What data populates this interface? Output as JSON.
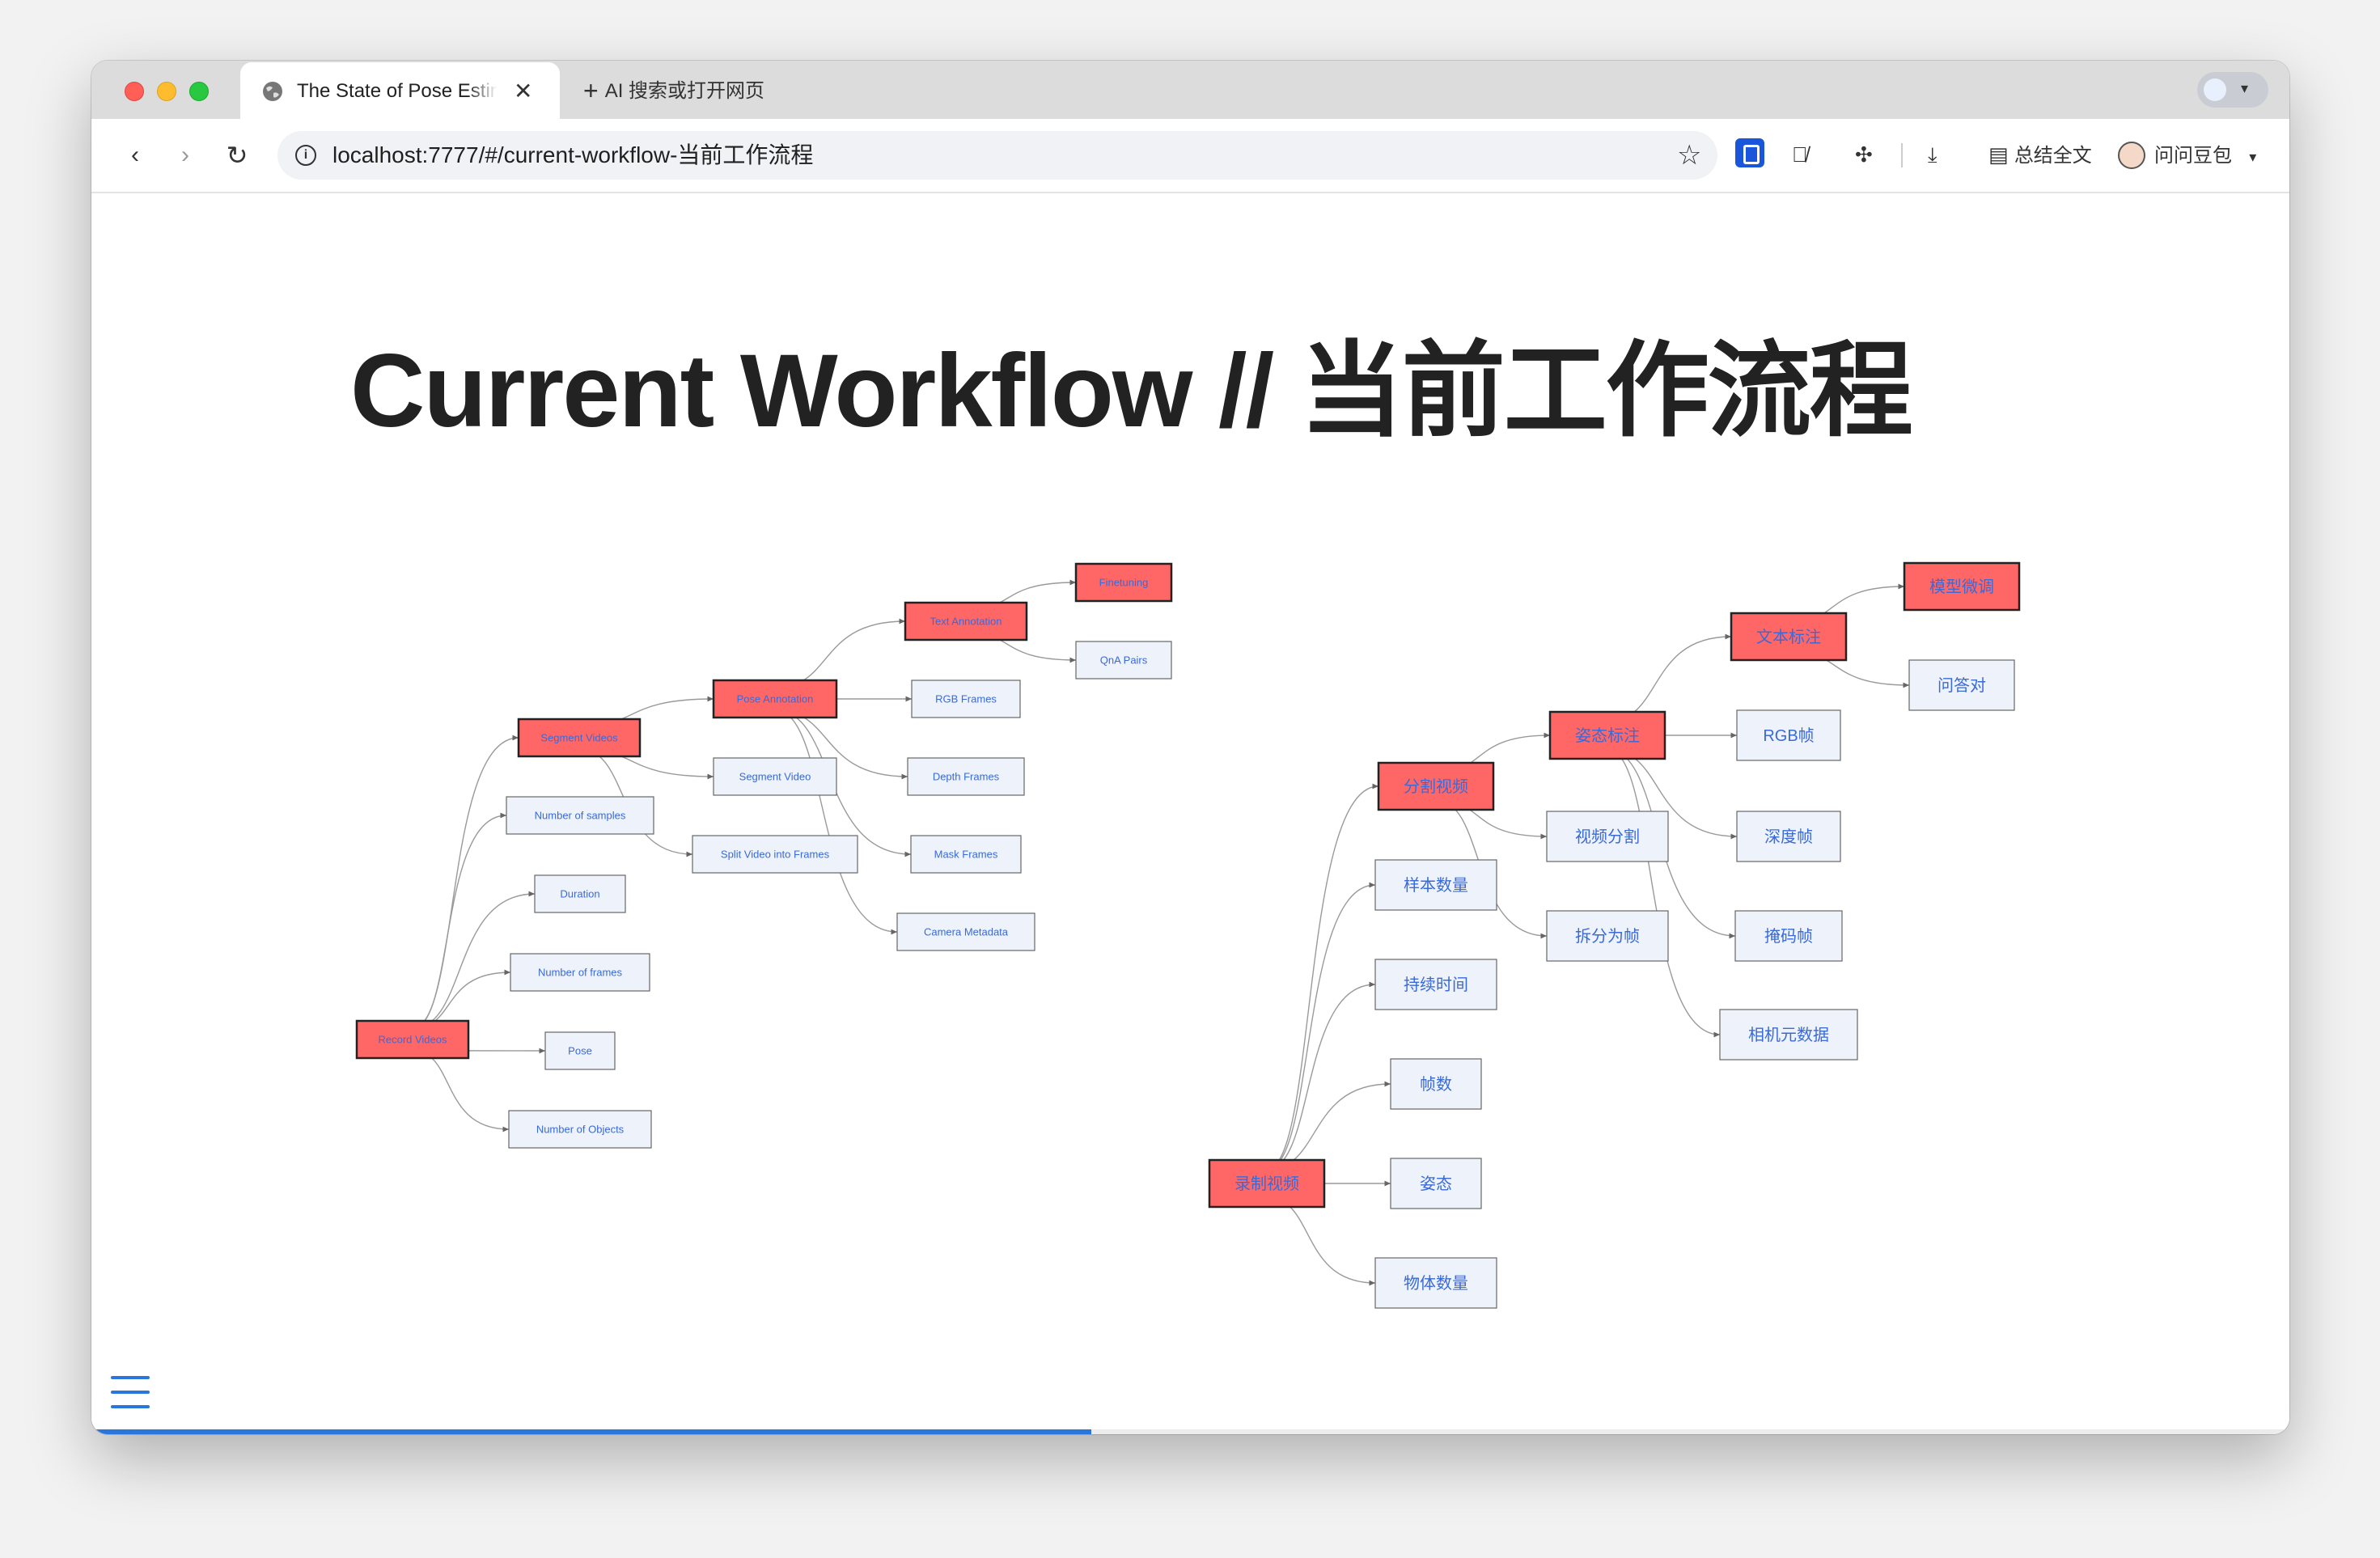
{
  "browser": {
    "tab_title": "The State of Pose Estimation",
    "new_tab_label": "AI 搜索或打开网页",
    "url": "localhost:7777/#/current-workflow-当前工作流程",
    "summarize_label": "总结全文",
    "assistant_label": "问问豆包"
  },
  "slide": {
    "title": "Current Workflow // 当前工作流程",
    "progress_fraction": 0.455
  },
  "colors": {
    "highlight_fill": "#ff6666",
    "highlight_text": "#3a6ad8",
    "node_fill": "#edf2fb",
    "node_text": "#3a6ad8",
    "accent": "#2a76dd"
  },
  "diagrams": [
    {
      "language": "en",
      "nodes": [
        {
          "id": "rv",
          "label": "Record Videos",
          "highlight": true
        },
        {
          "id": "sv",
          "label": "Segment Videos",
          "highlight": true
        },
        {
          "id": "ns",
          "label": "Number of samples"
        },
        {
          "id": "du",
          "label": "Duration"
        },
        {
          "id": "nf",
          "label": "Number of frames"
        },
        {
          "id": "po",
          "label": "Pose"
        },
        {
          "id": "no",
          "label": "Number of Objects"
        },
        {
          "id": "pa",
          "label": "Pose Annotation",
          "highlight": true
        },
        {
          "id": "sv2",
          "label": "Segment Video"
        },
        {
          "id": "sf",
          "label": "Split Video into Frames"
        },
        {
          "id": "ta",
          "label": "Text Annotation",
          "highlight": true
        },
        {
          "id": "rgb",
          "label": "RGB Frames"
        },
        {
          "id": "df",
          "label": "Depth Frames"
        },
        {
          "id": "mf",
          "label": "Mask Frames"
        },
        {
          "id": "cm",
          "label": "Camera Metadata"
        },
        {
          "id": "ft",
          "label": "Finetuning",
          "highlight": true
        },
        {
          "id": "qa",
          "label": "QnA Pairs"
        }
      ],
      "edges": [
        [
          "rv",
          "sv"
        ],
        [
          "rv",
          "ns"
        ],
        [
          "rv",
          "du"
        ],
        [
          "rv",
          "nf"
        ],
        [
          "rv",
          "po"
        ],
        [
          "rv",
          "no"
        ],
        [
          "sv",
          "pa"
        ],
        [
          "sv",
          "sv2"
        ],
        [
          "sv",
          "sf"
        ],
        [
          "pa",
          "ta"
        ],
        [
          "pa",
          "rgb"
        ],
        [
          "pa",
          "df"
        ],
        [
          "pa",
          "mf"
        ],
        [
          "pa",
          "cm"
        ],
        [
          "ta",
          "ft"
        ],
        [
          "ta",
          "qa"
        ]
      ]
    },
    {
      "language": "zh",
      "nodes": [
        {
          "id": "rv",
          "label": "录制视频",
          "highlight": true
        },
        {
          "id": "sv",
          "label": "分割视频",
          "highlight": true
        },
        {
          "id": "ns",
          "label": "样本数量"
        },
        {
          "id": "du",
          "label": "持续时间"
        },
        {
          "id": "nf",
          "label": "帧数"
        },
        {
          "id": "po",
          "label": "姿态"
        },
        {
          "id": "no",
          "label": "物体数量"
        },
        {
          "id": "pa",
          "label": "姿态标注",
          "highlight": true
        },
        {
          "id": "sv2",
          "label": "视频分割"
        },
        {
          "id": "sf",
          "label": "拆分为帧"
        },
        {
          "id": "ta",
          "label": "文本标注",
          "highlight": true
        },
        {
          "id": "rgb",
          "label": "RGB帧"
        },
        {
          "id": "df",
          "label": "深度帧"
        },
        {
          "id": "mf",
          "label": "掩码帧"
        },
        {
          "id": "cm",
          "label": "相机元数据"
        },
        {
          "id": "ft",
          "label": "模型微调",
          "highlight": true
        },
        {
          "id": "qa",
          "label": "问答对"
        }
      ],
      "edges": [
        [
          "rv",
          "sv"
        ],
        [
          "rv",
          "ns"
        ],
        [
          "rv",
          "du"
        ],
        [
          "rv",
          "nf"
        ],
        [
          "rv",
          "po"
        ],
        [
          "rv",
          "no"
        ],
        [
          "sv",
          "pa"
        ],
        [
          "sv",
          "sv2"
        ],
        [
          "sv",
          "sf"
        ],
        [
          "pa",
          "ta"
        ],
        [
          "pa",
          "rgb"
        ],
        [
          "pa",
          "df"
        ],
        [
          "pa",
          "mf"
        ],
        [
          "pa",
          "cm"
        ],
        [
          "ta",
          "ft"
        ],
        [
          "ta",
          "qa"
        ]
      ]
    }
  ],
  "icons": {
    "back": "back-arrow-icon",
    "forward": "forward-arrow-icon",
    "reload": "reload-icon",
    "info": "site-info-icon",
    "bookmark": "bookmark-star-icon",
    "translate": "translate-icon",
    "extensions": "puzzle-icon",
    "download": "download-icon",
    "summarize": "document-icon",
    "menu": "hamburger-menu-icon"
  }
}
